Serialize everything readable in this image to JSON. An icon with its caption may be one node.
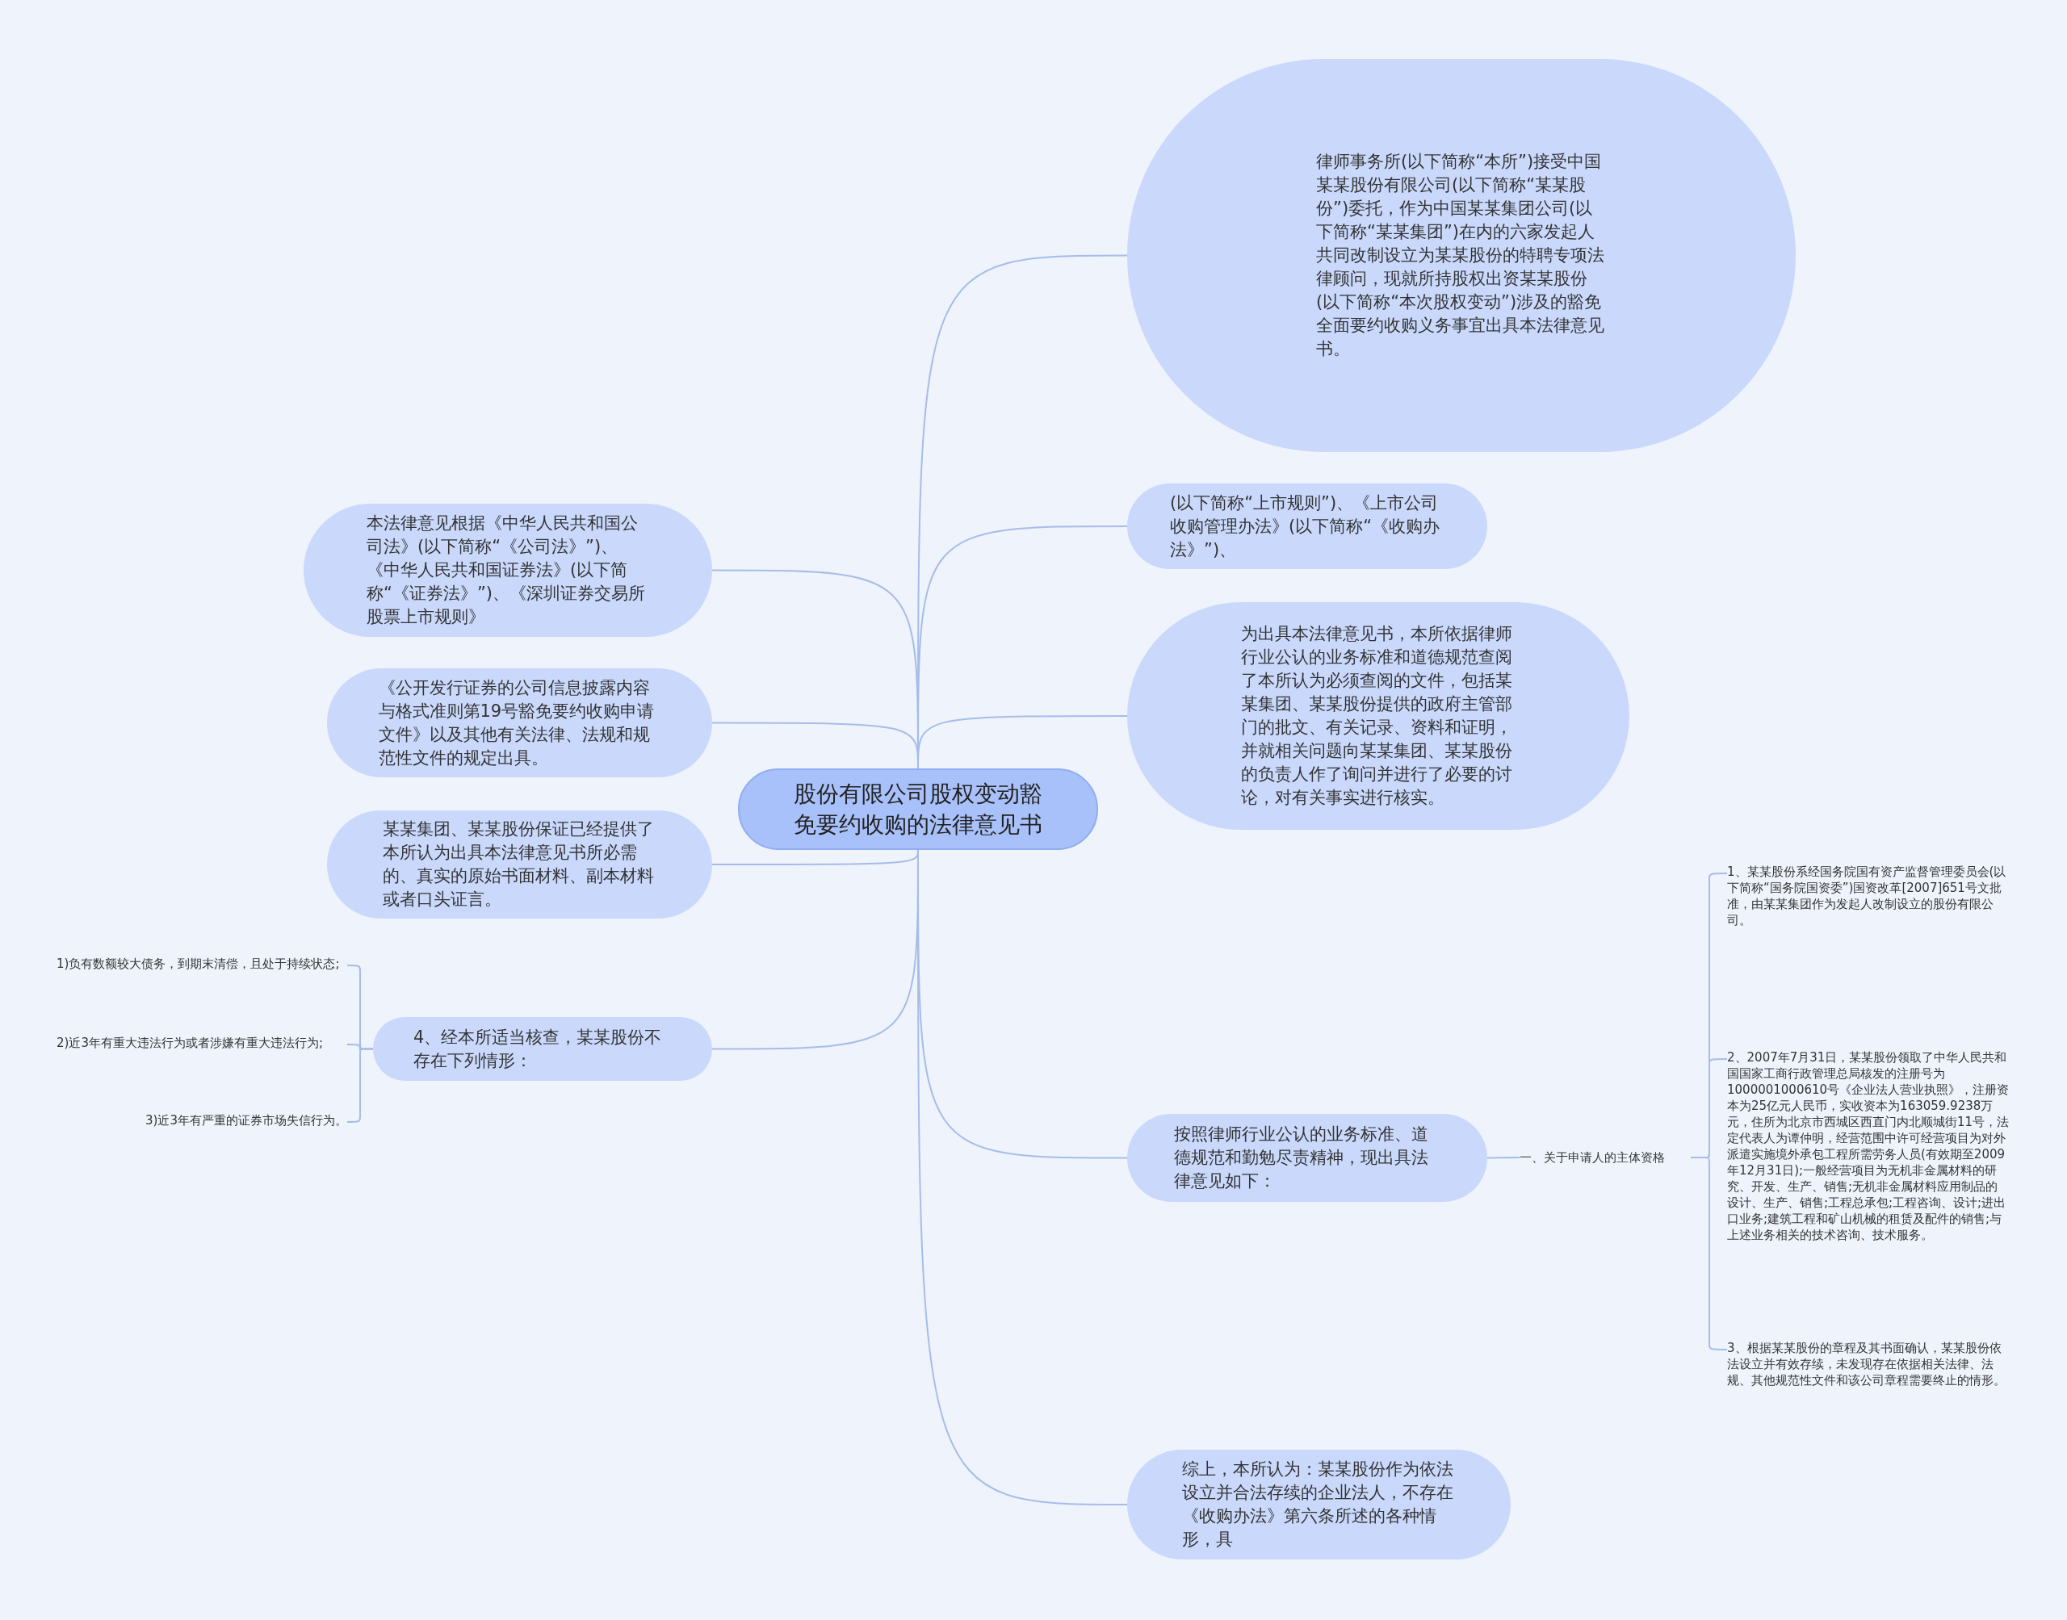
{
  "diagram": {
    "nodes": [
      {
        "text": [
          "股份有限公司股权变动豁免要约收购的法律意见书"
        ]
      },
      {
        "text": [
          "律师事务所(以下简称“本所”)接受中国某某股份有限公司(以下简称“某某股份”)委托，作为中国某某集团公司(以下简称“某某集团”)在内的六家发起人共同改制设立为某某股份的特聘专项法律顾问，现就所持股权出资某某股份(以下简称“本次股权变动”)涉及的豁免全面要约收购义务事宜出具本法律意见书。"
        ]
      },
      {
        "text": [
          "(以下简称“上市规则”)、《上市公司收购管理办法》(以下简称“《收购办法》”)、"
        ]
      },
      {
        "text": [
          "为出具本法律意见书，本所依据律师行业公认的业务标准和道德规范查阅了本所认为必须查阅的文件，包括某某集团、某某股份提供的政府主管部门的批文、有关记录、资料和证明，并就相关问题向某某集团、某某股份的负责人作了询问并进行了必要的讨论，对有关事实进行核实。"
        ]
      },
      {
        "text": [
          "按照律师行业公认的业务标准、道德规范和勤勉尽责精神，现出具法律意见如下："
        ]
      },
      {
        "text": [
          "一、关于申请人的主体资格"
        ]
      },
      {
        "text": [
          "1、某某股份系经国务院国有资产监督管理委员会(以下简称“国务院国资委”)国资改革[2007]651号文批准，由某某集团作为发起人改制设立的股份有限公司。"
        ]
      },
      {
        "text": [
          "2、2007年7月31日，某某股份领取了中华人民共和国国家工商行政管理总局核发的注册号为1000001000610号《企业法人营业执照》，注册资本为25亿元人民币，实收资本为163059.9238万元，住所为北京市西城区西直门内北顺城街11号，法定代表人为谭仲明，经营范围中许可经营项目为对外派遣实施境外承包工程所需劳务人员(有效期至2009年12月31日);一般经营项目为无机非金属材料的研究、开发、生产、销售;无机非金属材料应用制品的设计、生产、销售;工程总承包;工程咨询、设计;进出口业务;建筑工程和矿山机械的租赁及配件的销售;与上述业务相关的技术咨询、技术服务。"
        ]
      },
      {
        "text": [
          "3、根据某某股份的章程及其书面确认，某某股份依法设立并有效存续，未发现存在依据相关法律、法规、其他规范性文件和该公司章程需要终止的情形。"
        ]
      },
      {
        "text": [
          "综上，本所认为：某某股份作为依法设立并合法存续的企业法人，不存在《收购办法》第六条所述的各种情形，具"
        ]
      },
      {
        "text": [
          "本法律意见根据《中华人民共和国公司法》(以下简称“《公司法》”)、《中华人民共和国证券法》(以下简称“《证券法》”)、《深圳证券交易所股票上市规则》"
        ]
      },
      {
        "text": [
          "《公开发行证券的公司信息披露内容与格式准则第19号豁免要约收购申请文件》以及其他有关法律、法规和规范性文件的规定出具。"
        ]
      },
      {
        "text": [
          "某某集团、某某股份保证已经提供了本所认为出具本法律意见书所必需的、真实的原始书面材料、副本材料或者口头证言。"
        ]
      },
      {
        "text": [
          "4、经本所适当核查，某某股份不存在下列情形："
        ]
      },
      {
        "text": [
          "1)负有数额较大债务，到期末清偿，且处于持续状态;"
        ]
      },
      {
        "text": [
          "2)近3年有重大违法行为或者涉嫌有重大违法行为;"
        ]
      },
      {
        "text": [
          "3)近3年有严重的证券市场失信行为。"
        ]
      }
    ],
    "edges": [
      {
        "from": 0,
        "to": 1,
        "arrow": "none"
      },
      {
        "from": 0,
        "to": 2,
        "arrow": "none"
      },
      {
        "from": 0,
        "to": 3,
        "arrow": "none"
      },
      {
        "from": 0,
        "to": 4,
        "arrow": "none"
      },
      {
        "from": 4,
        "to": 5,
        "arrow": "none"
      },
      {
        "from": 5,
        "to": 6,
        "arrow": "none"
      },
      {
        "from": 5,
        "to": 7,
        "arrow": "none"
      },
      {
        "from": 5,
        "to": 8,
        "arrow": "none"
      },
      {
        "from": 0,
        "to": 9,
        "arrow": "none"
      },
      {
        "from": 0,
        "to": 10,
        "arrow": "none"
      },
      {
        "from": 0,
        "to": 11,
        "arrow": "none"
      },
      {
        "from": 0,
        "to": 12,
        "arrow": "none"
      },
      {
        "from": 0,
        "to": 13,
        "arrow": "none"
      },
      {
        "from": 13,
        "to": 14,
        "arrow": "none"
      },
      {
        "from": 13,
        "to": 15,
        "arrow": "none"
      },
      {
        "from": 13,
        "to": 16,
        "arrow": "none"
      }
    ]
  }
}
